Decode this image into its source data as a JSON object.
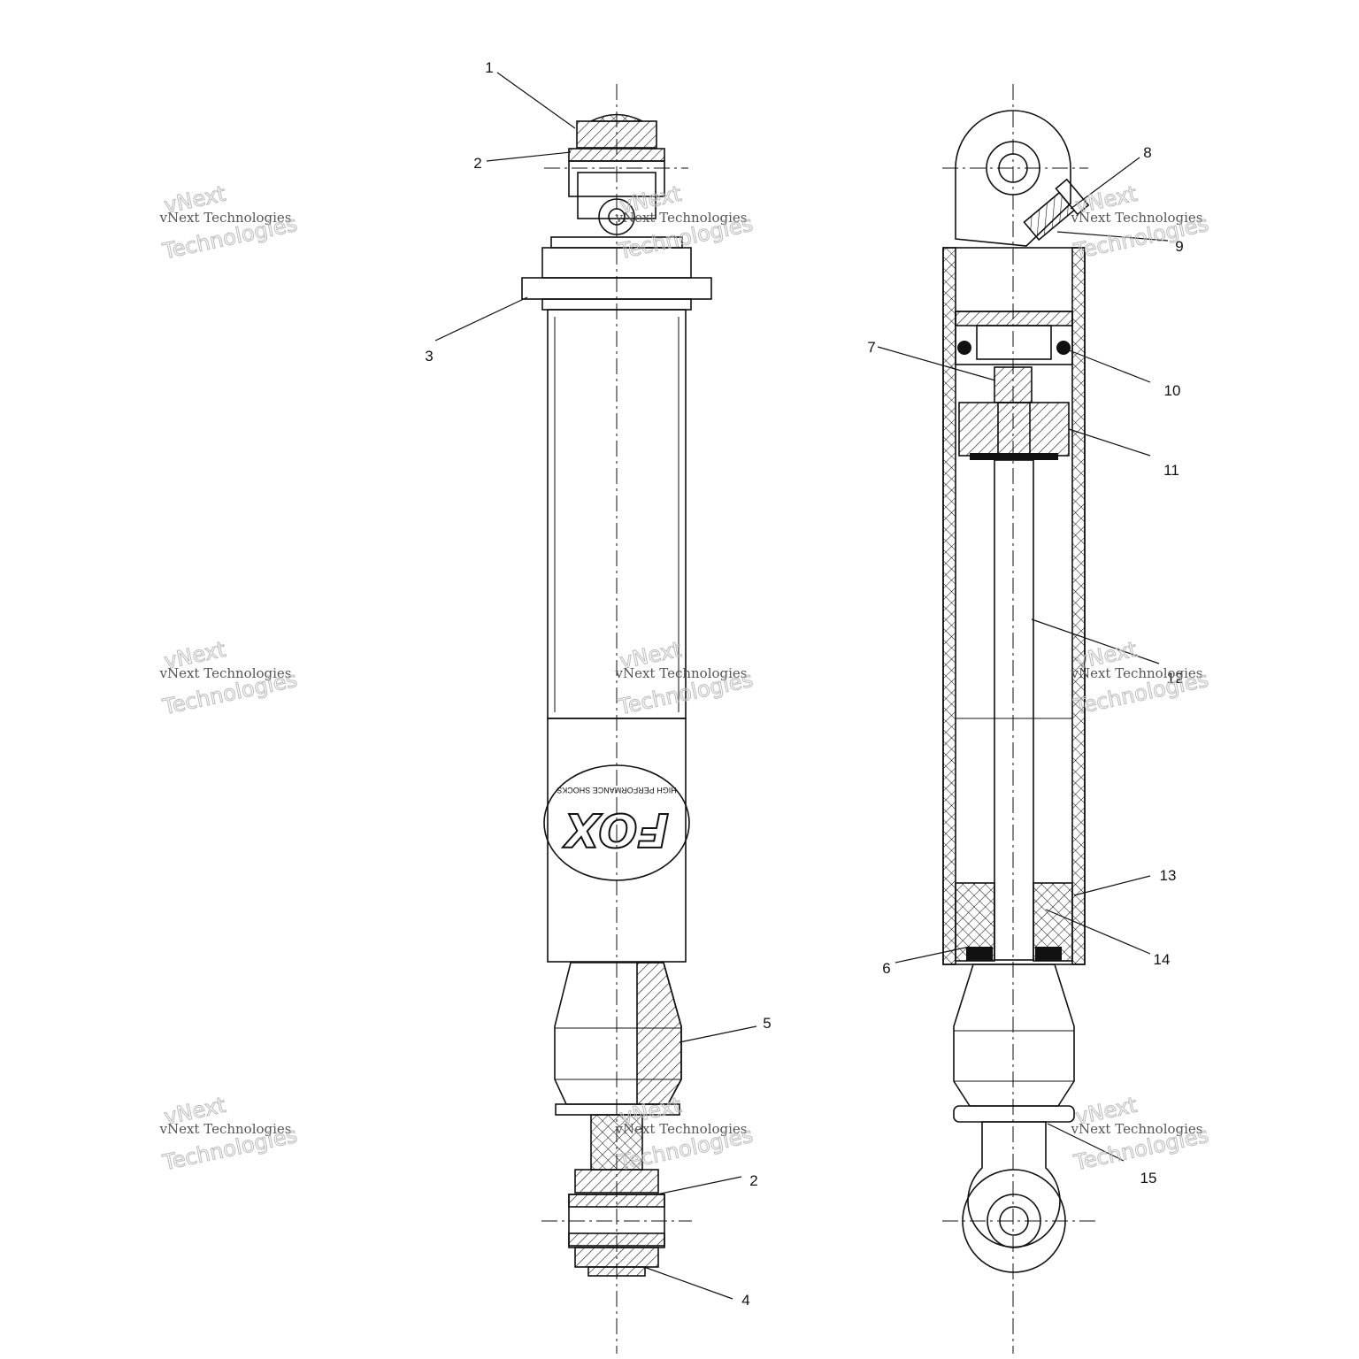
{
  "callouts": {
    "c1": "1",
    "c2a": "2",
    "c3": "3",
    "c4": "4",
    "c5": "5",
    "c2b": "2",
    "c6": "6",
    "c7": "7",
    "c8": "8",
    "c9": "9",
    "c10": "10",
    "c11": "11",
    "c12": "12",
    "c13": "13",
    "c14": "14",
    "c15": "15"
  },
  "logo": {
    "text": "FOX",
    "subtext": "HIGH PERFORMANCE SHOCKS"
  },
  "watermark": {
    "line1": "vNext",
    "line2": "vNext Technologies",
    "line3": "Technologies"
  },
  "colors": {
    "ink": "#111111",
    "watermark": "#bbbbbb"
  }
}
